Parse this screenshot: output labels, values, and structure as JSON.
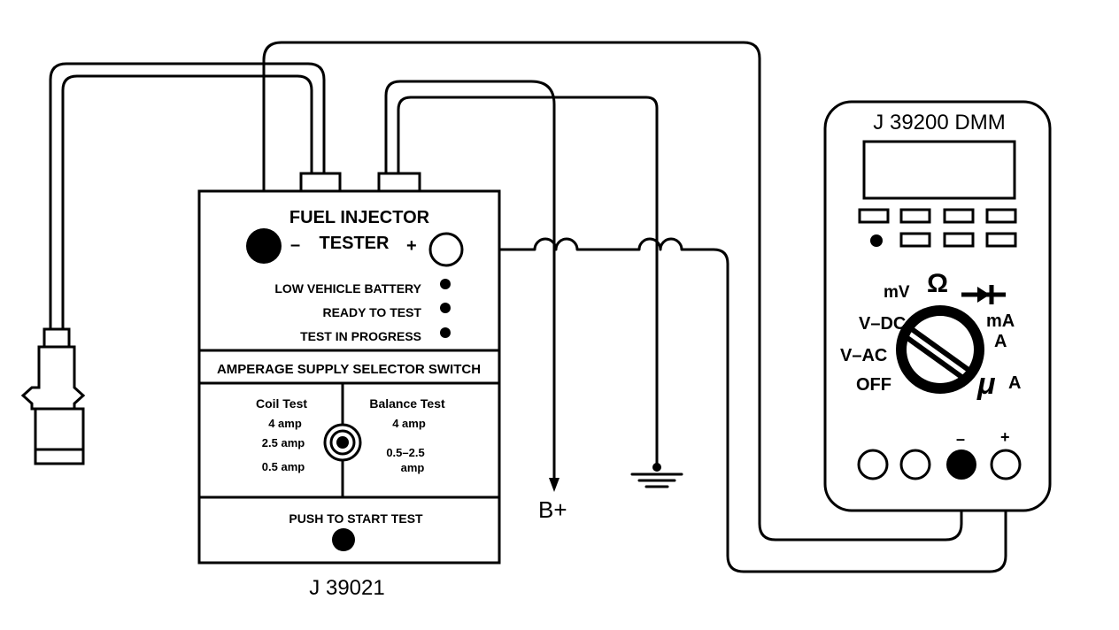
{
  "tester": {
    "title_line1": "FUEL INJECTOR",
    "title_line2": "TESTER",
    "minus": "–",
    "plus": "+",
    "indicators": [
      "LOW VEHICLE BATTERY",
      "READY TO TEST",
      "TEST IN PROGRESS"
    ],
    "selector_title": "AMPERAGE SUPPLY SELECTOR SWITCH",
    "coil_test": {
      "heading": "Coil Test",
      "options": [
        "4 amp",
        "2.5 amp",
        "0.5 amp"
      ]
    },
    "balance_test": {
      "heading": "Balance Test",
      "options": [
        "4 amp",
        "0.5–2.5",
        "amp"
      ]
    },
    "start_label": "PUSH TO START TEST",
    "part_number": "J 39021"
  },
  "dmm": {
    "title": "J 39200 DMM",
    "dial_labels": {
      "mv": "mV",
      "ohm": "Ω",
      "vdc": "V–DC",
      "vac": "V–AC",
      "off": "OFF",
      "ma": "mA",
      "a": "A",
      "ua": "A",
      "mu": "μ"
    },
    "jack_minus": "–",
    "jack_plus": "+"
  },
  "labels": {
    "b_plus": "B+"
  }
}
